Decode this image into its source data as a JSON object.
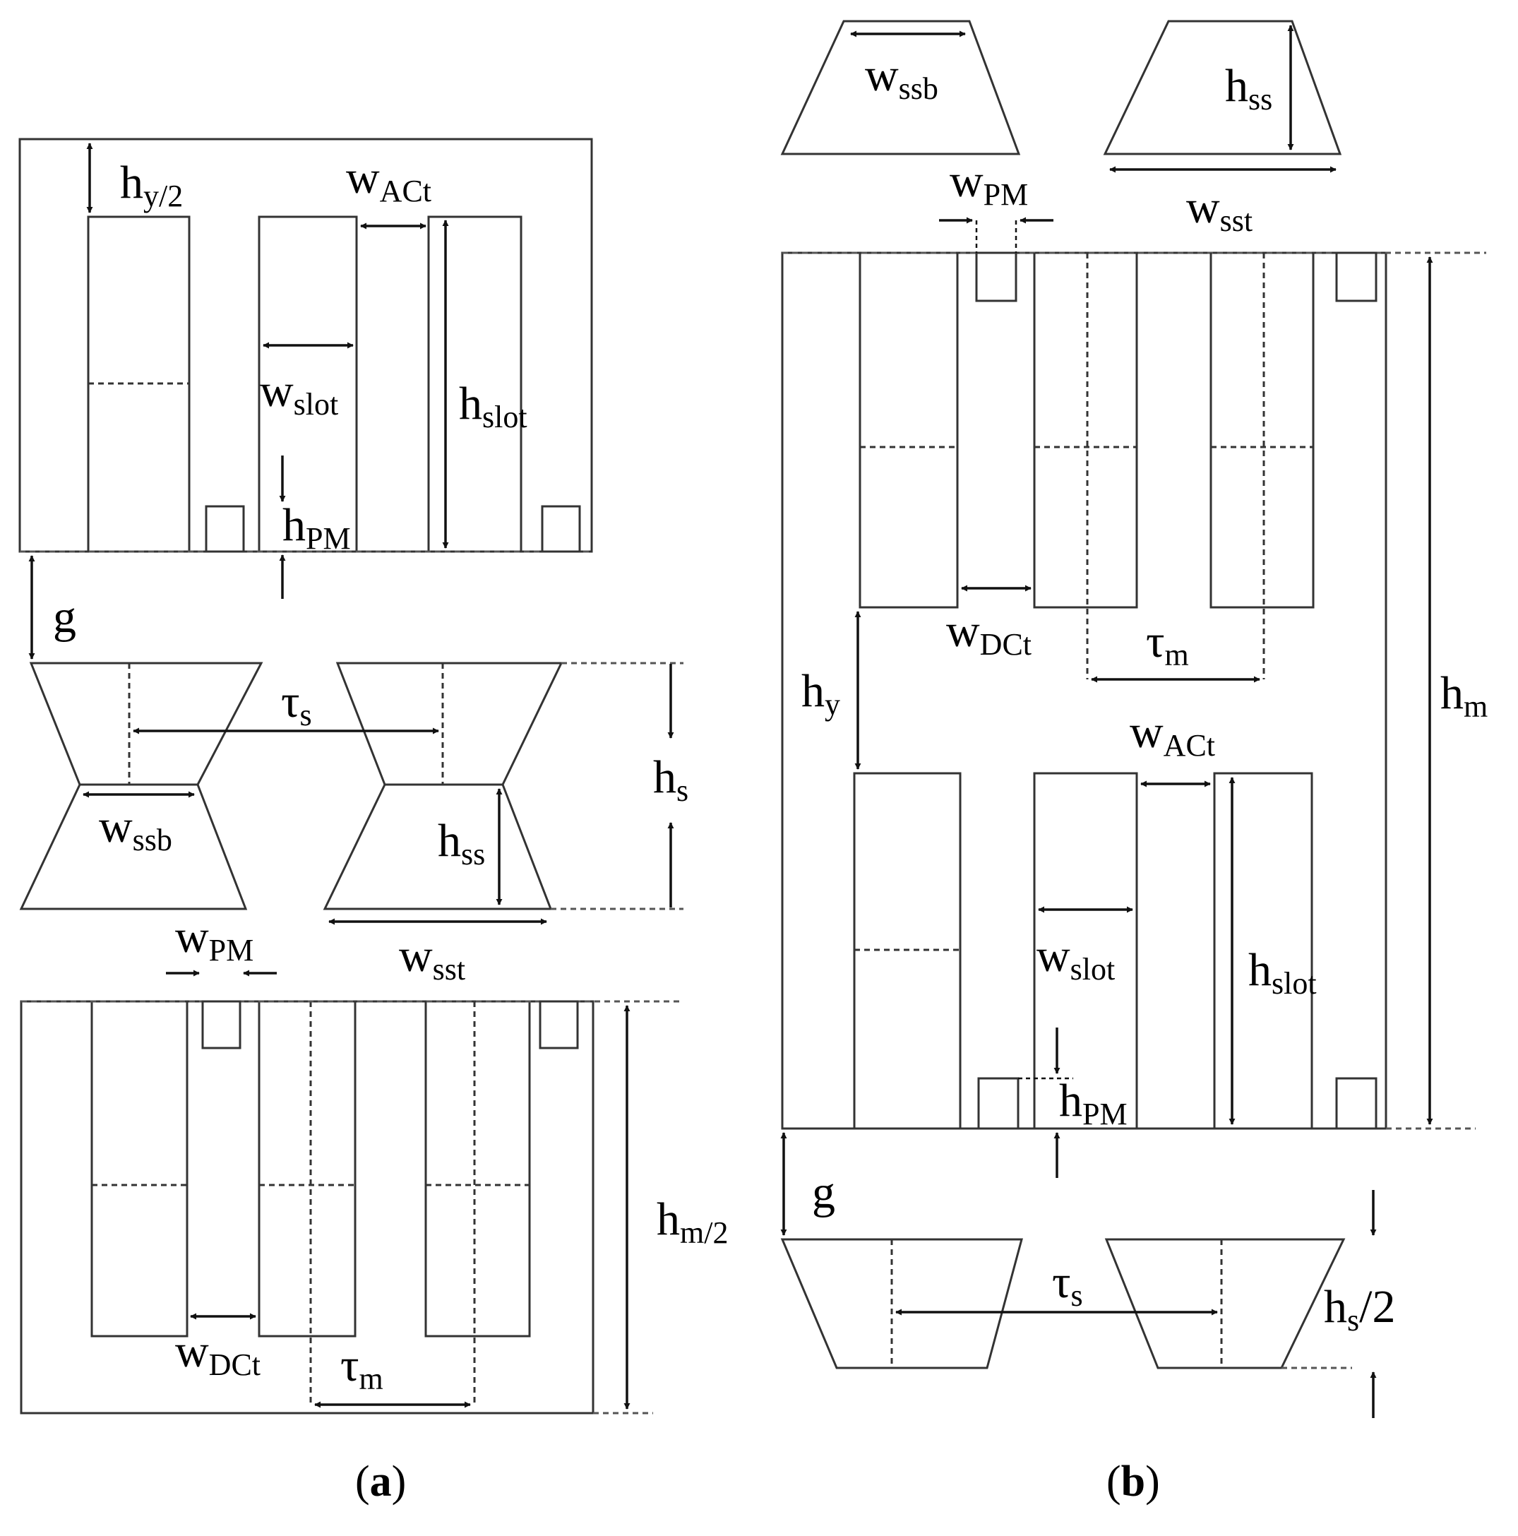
{
  "panel_a": {
    "caption_open": "(",
    "caption_letter": "a",
    "caption_close": ")",
    "labels": {
      "hy2": {
        "base": "h",
        "sub": "y/2"
      },
      "wACt": {
        "base": "w",
        "sub": "ACt"
      },
      "wslot": {
        "base": "w",
        "sub": "slot"
      },
      "hslot": {
        "base": "h",
        "sub": "slot"
      },
      "hPM": {
        "base": "h",
        "sub": "PM"
      },
      "g": {
        "base": "g"
      },
      "taus": {
        "base": "τ",
        "sub": "s"
      },
      "hs": {
        "base": "h",
        "sub": "s"
      },
      "wssb": {
        "base": "w",
        "sub": "ssb"
      },
      "hss": {
        "base": "h",
        "sub": "ss"
      },
      "wPM": {
        "base": "w",
        "sub": "PM"
      },
      "wsst": {
        "base": "w",
        "sub": "sst"
      },
      "hm2": {
        "base": "h",
        "sub": "m/2"
      },
      "wDCt": {
        "base": "w",
        "sub": "DCt"
      },
      "taum": {
        "base": "τ",
        "sub": "m"
      }
    }
  },
  "panel_b": {
    "caption_open": "(",
    "caption_letter": "b",
    "caption_close": ")",
    "labels": {
      "wssb": {
        "base": "w",
        "sub": "ssb"
      },
      "hss": {
        "base": "h",
        "sub": "ss"
      },
      "wPM": {
        "base": "w",
        "sub": "PM"
      },
      "wsst": {
        "base": "w",
        "sub": "sst"
      },
      "wDCt": {
        "base": "w",
        "sub": "DCt"
      },
      "taum": {
        "base": "τ",
        "sub": "m"
      },
      "hy": {
        "base": "h",
        "sub": "y"
      },
      "hm": {
        "base": "h",
        "sub": "m"
      },
      "wACt": {
        "base": "w",
        "sub": "ACt"
      },
      "wslot": {
        "base": "w",
        "sub": "slot"
      },
      "hslot": {
        "base": "h",
        "sub": "slot"
      },
      "hPM": {
        "base": "h",
        "sub": "PM"
      },
      "g": {
        "base": "g"
      },
      "taus": {
        "base": "τ",
        "sub": "s"
      },
      "hs2": {
        "base": "h",
        "sub": "s",
        "suffix": "/2"
      }
    }
  },
  "colors": {
    "line": "#1a1a1a",
    "outline": "#444444",
    "background": "#ffffff"
  }
}
